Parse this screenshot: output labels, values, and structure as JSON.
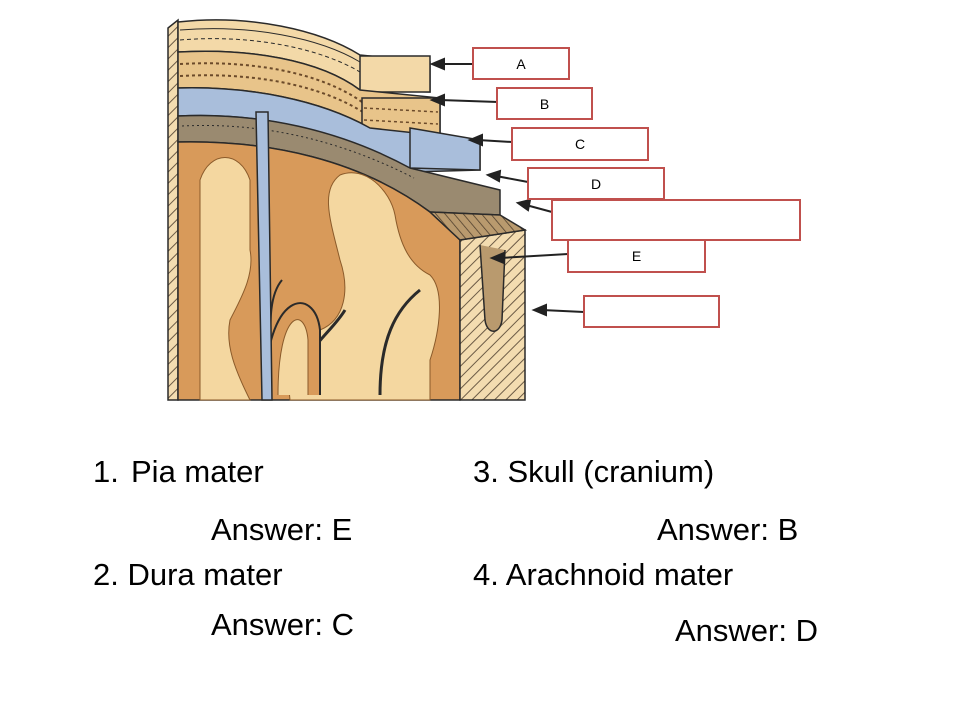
{
  "labels": {
    "A": "A",
    "B": "B",
    "C": "C",
    "D": "D",
    "E": "E",
    "blank_1": "",
    "blank_2": ""
  },
  "questions": [
    {
      "number": "1.",
      "term": "Pia mater",
      "answer": "Answer: E"
    },
    {
      "number": "2.",
      "term": "Dura mater",
      "answer": "Answer: C"
    },
    {
      "number": "3.",
      "term": "Skull (cranium)",
      "answer": "Answer: B"
    },
    {
      "number": "4.",
      "term": "Arachnoid mater",
      "answer": "Answer: D"
    }
  ],
  "colors": {
    "label_border": "#c0504d",
    "scalp": "#f3d9a8",
    "bone": "#e8c48a",
    "dura": "#a9bedb",
    "arachnoid": "#9a8a70",
    "gray_matter": "#d89a5a",
    "white_matter": "#f4d7a0",
    "outline": "#2a2a2a"
  }
}
